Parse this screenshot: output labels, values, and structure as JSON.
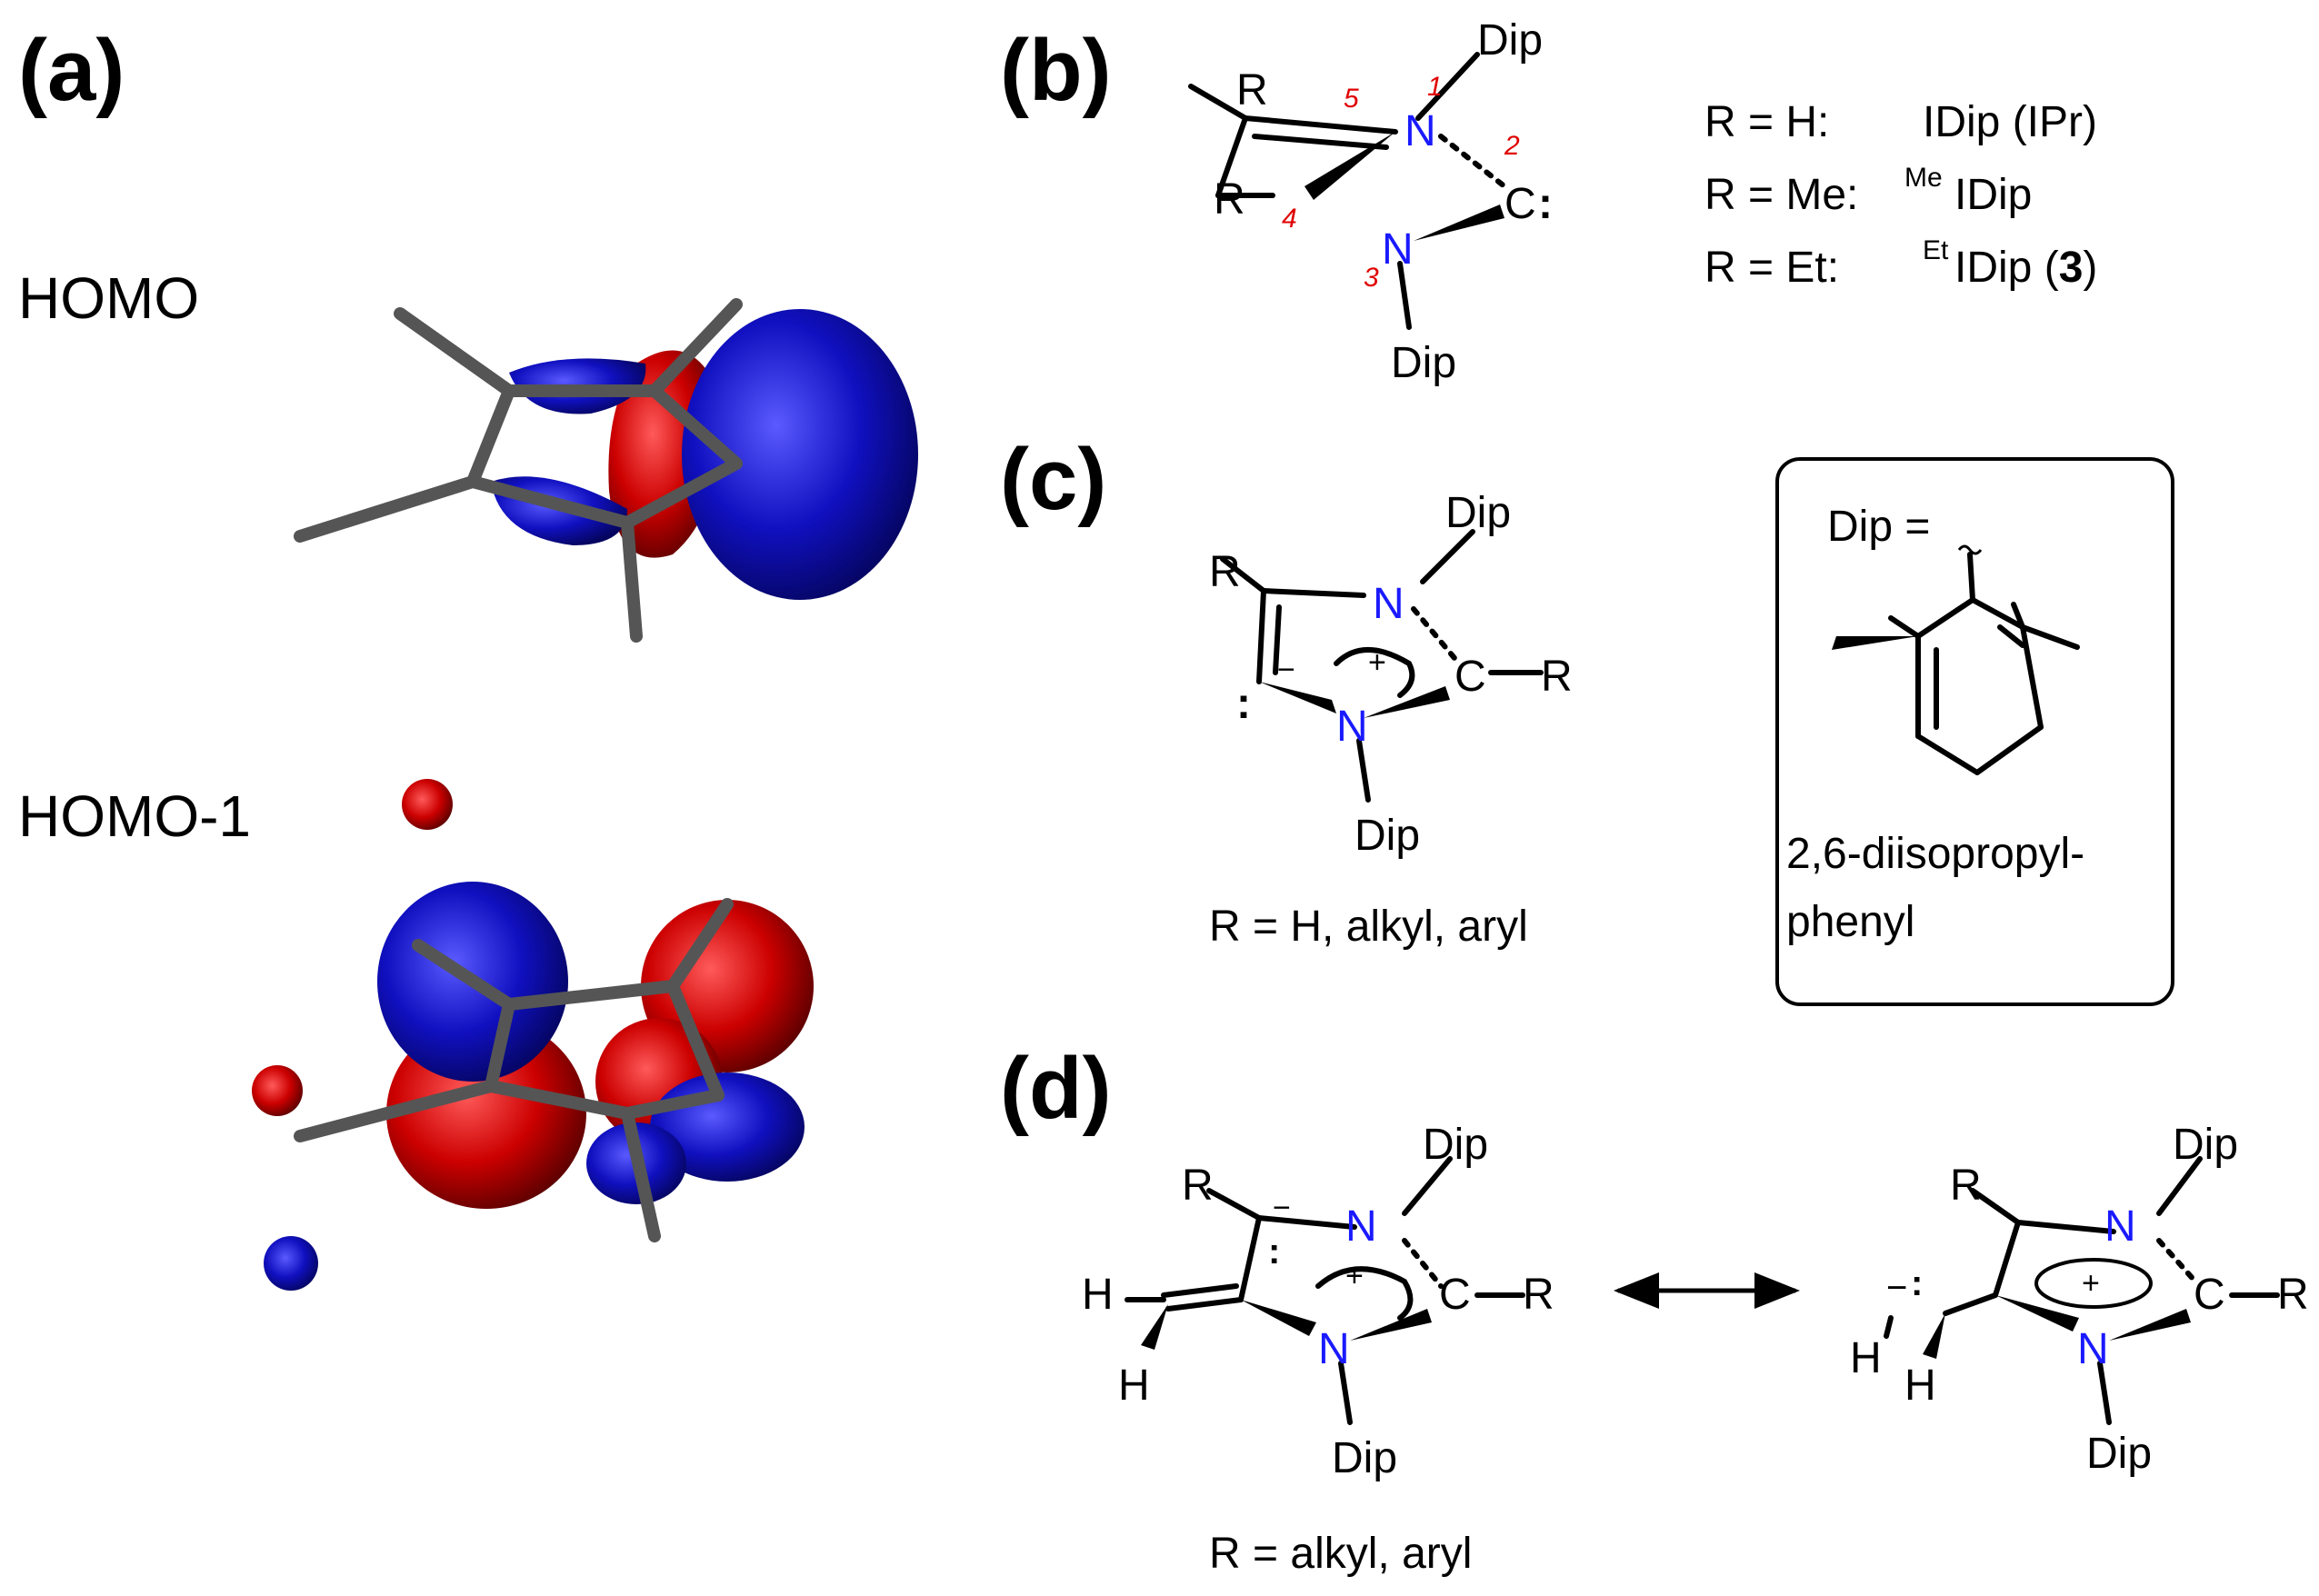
{
  "panels": {
    "a": "(a)",
    "b": "(b)",
    "c": "(c)",
    "d": "(d)"
  },
  "orbitals": {
    "homo": "HOMO",
    "homo1": "HOMO-1",
    "colors": {
      "positive": "#1010c0",
      "negative": "#cc0000"
    }
  },
  "atoms": {
    "N": "N",
    "C": "C",
    "R": "R",
    "H": "H",
    "Dip": "Dip",
    "lone_pair": ":",
    "plus": "+",
    "minus": "−"
  },
  "ring_numbers": [
    "1",
    "2",
    "3",
    "4",
    "5"
  ],
  "panel_b": {
    "rows": [
      {
        "r": "R = H:",
        "name_pre": "",
        "name": "IDip (IPr)",
        "name_bold": ""
      },
      {
        "r": "R = Me:",
        "name_pre": "Me",
        "name": "IDip",
        "name_bold": ""
      },
      {
        "r": "R = Et:",
        "name_pre": "Et",
        "name": "IDip (",
        "name_bold": "3",
        "name_post": ")"
      }
    ]
  },
  "panel_c": {
    "caption": "R = H, alkyl, aryl",
    "dip_box": {
      "header": "Dip =",
      "line1": "2,6-diisopropyl-",
      "line2": "phenyl"
    }
  },
  "panel_d": {
    "caption": "R = alkyl, aryl",
    "arrow": "resonance-arrow"
  }
}
